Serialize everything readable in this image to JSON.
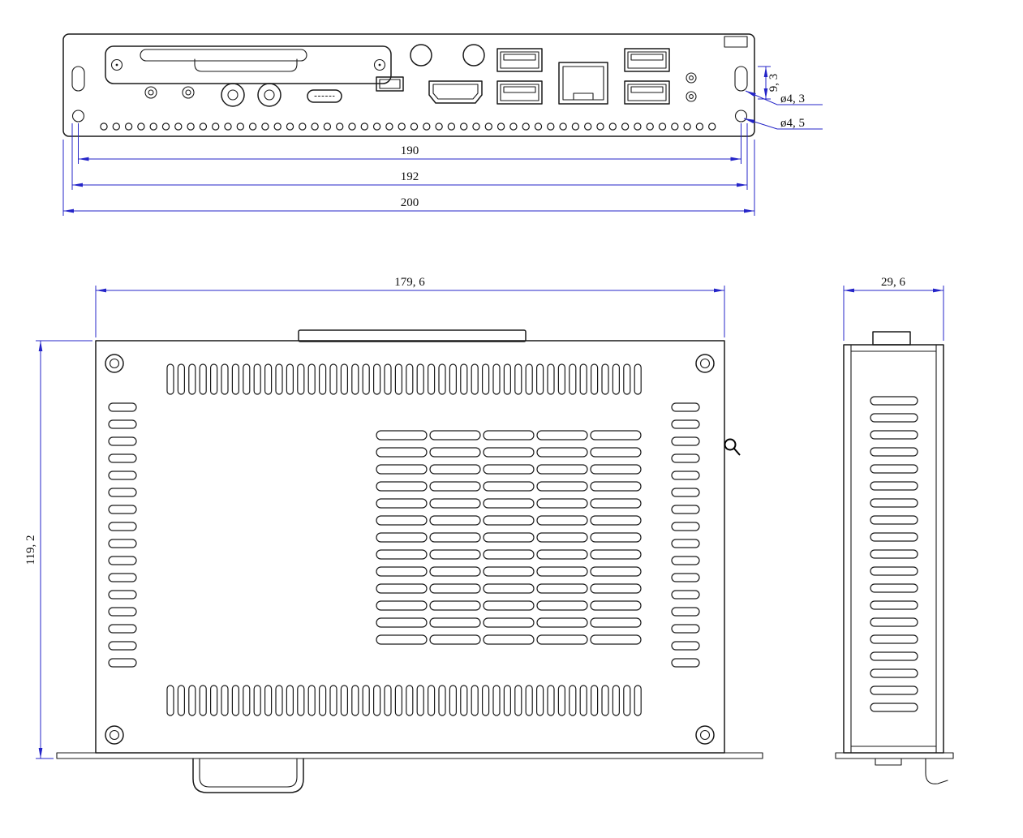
{
  "colors": {
    "dimension_line": "#2424c8",
    "drawing_line": "#1a1a1a"
  },
  "cursor": {
    "icon": "magnifier"
  },
  "dimensions": {
    "rear": {
      "mount_hole_span": "190",
      "mount_slot_span": "192",
      "overall_width": "200",
      "mount_hole_offset": "9, 3",
      "hole_diameter_small": "ø4, 3",
      "hole_diameter_large": "ø4, 5"
    },
    "top": {
      "width": "179, 6",
      "depth": "119, 2"
    },
    "side": {
      "width": "29, 6"
    }
  }
}
